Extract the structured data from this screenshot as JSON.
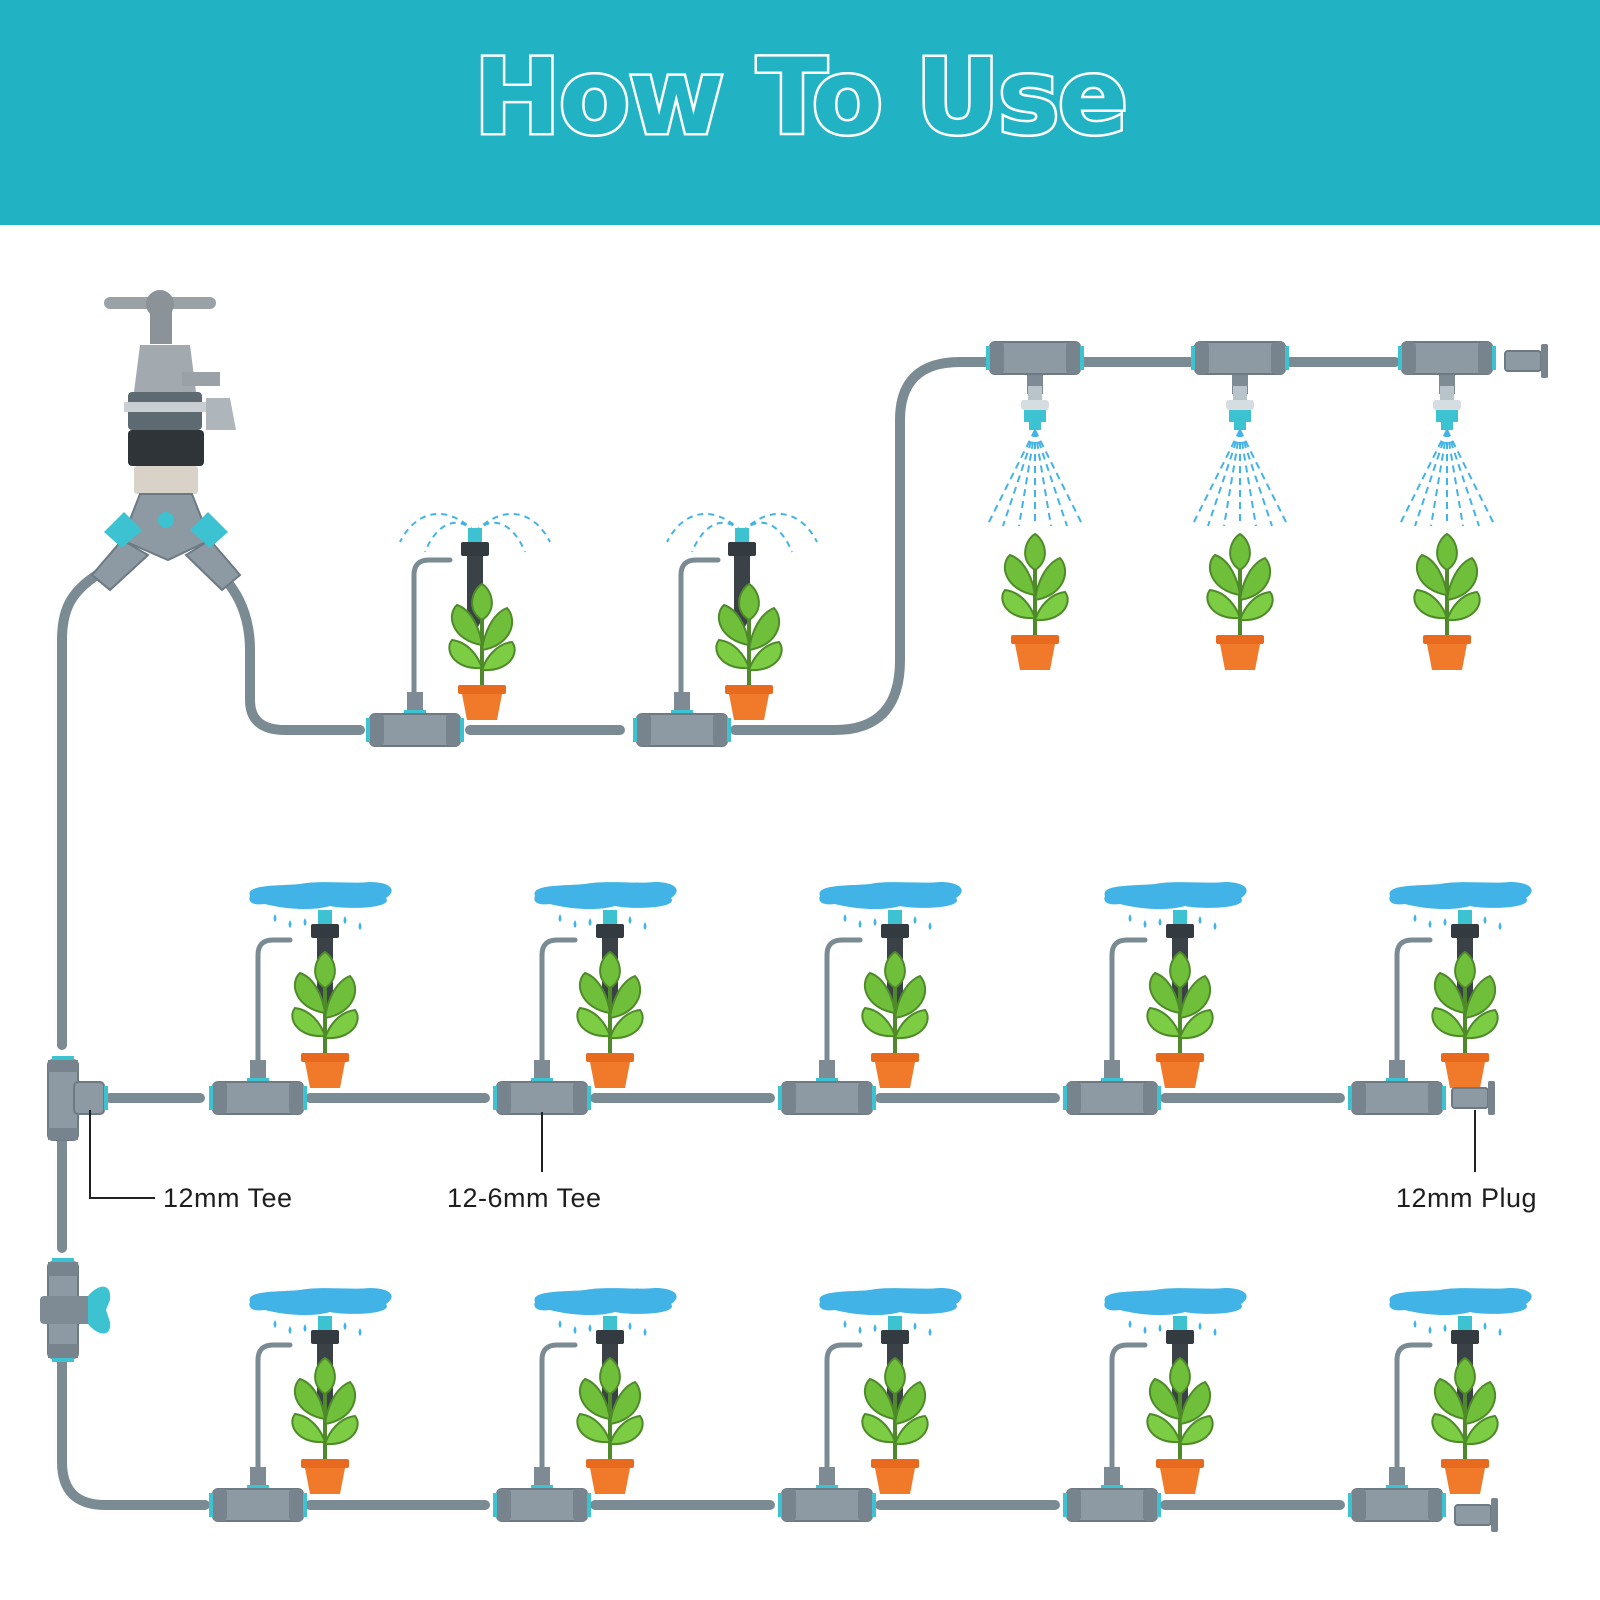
{
  "banner": {
    "title": "How To Use",
    "color": "#21b3c4"
  },
  "labels": {
    "tee_12mm": "12mm Tee",
    "tee_12_6mm": "12-6mm Tee",
    "plug_12mm": "12mm Plug"
  },
  "colors": {
    "tube": "#7b8b93",
    "fitting": "#8d9aa3",
    "accent": "#3cc2d0",
    "water": "#42b3e6",
    "pot": "#f07a2a",
    "leaf": "#6fbf3a"
  },
  "icons": [
    "faucet-icon",
    "y-splitter-icon",
    "tee-fitting-icon",
    "shutoff-valve-icon",
    "plug-icon",
    "sprinkler-icon",
    "mist-nozzle-icon",
    "dripper-icon",
    "potted-plant-icon"
  ]
}
